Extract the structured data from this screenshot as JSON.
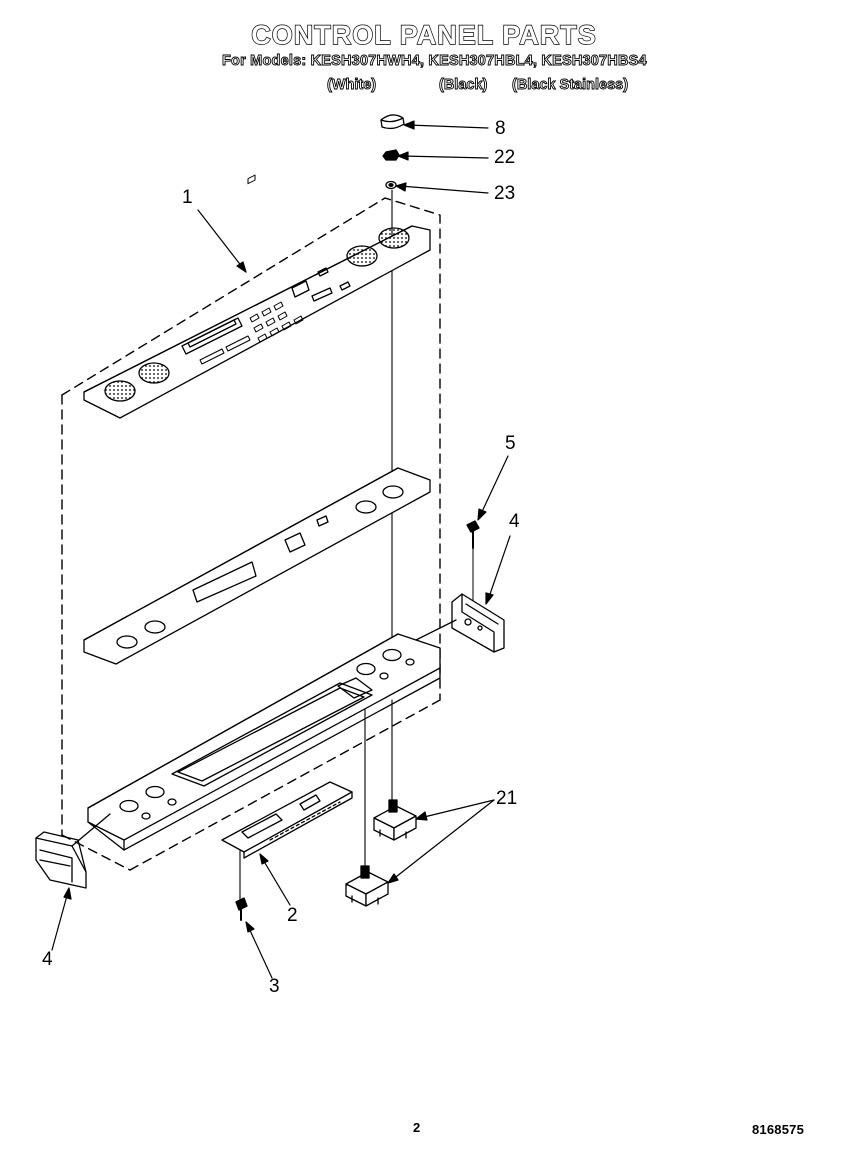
{
  "header": {
    "title": "CONTROL PANEL PARTS",
    "models_line": "For Models: KESH307HWH4, KESH307HBL4, KESH307HBS4",
    "variants": [
      "(White)",
      "(Black)",
      "(Black Stainless)"
    ]
  },
  "callouts": {
    "part_1": "1",
    "part_2": "2",
    "part_3": "3",
    "part_4_right": "4",
    "part_4_left": "4",
    "part_5": "5",
    "part_8": "8",
    "part_21": "21",
    "part_22": "22",
    "part_23": "23"
  },
  "footer": {
    "page_number": "2",
    "document_number": "8168575"
  }
}
